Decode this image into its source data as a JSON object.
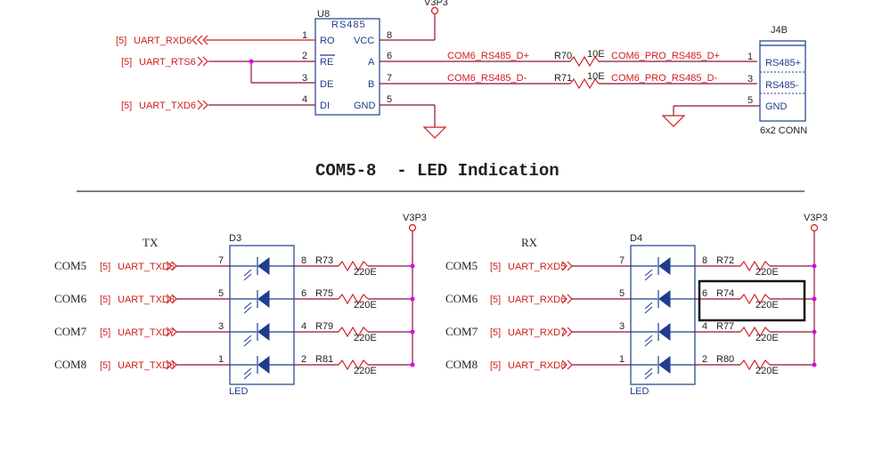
{
  "colors": {
    "wire": "#8b1538",
    "net": "#d11c1c",
    "part": "#1f3c8f",
    "junction": "#e000e0",
    "text": "#1f1f1f",
    "highlight": "#111111"
  },
  "u8": {
    "ref": "U8",
    "part": "RS485",
    "power": "V3P3",
    "left_pins": [
      {
        "num": "1",
        "name": "RO",
        "net": "UART_RXD6",
        "tag": "[5]"
      },
      {
        "num": "2",
        "name": "RE",
        "net": "UART_RTS6",
        "tag": "[5]"
      },
      {
        "num": "3",
        "name": "DE",
        "net": "",
        "tag": ""
      },
      {
        "num": "4",
        "name": "DI",
        "net": "UART_TXD6",
        "tag": "[5]"
      }
    ],
    "right_pins": [
      {
        "num": "8",
        "name": "VCC"
      },
      {
        "num": "6",
        "name": "A"
      },
      {
        "num": "7",
        "name": "B"
      },
      {
        "num": "5",
        "name": "GND"
      }
    ],
    "nets": [
      {
        "left": "COM6_RS485_D+",
        "res": "R70",
        "val": "10E",
        "right": "COM6_PRO_RS485_D+"
      },
      {
        "left": "COM6_RS485_D-",
        "res": "R71",
        "val": "10E",
        "right": "COM6_PRO_RS485_D-"
      }
    ]
  },
  "j4b": {
    "ref": "J4B",
    "part": "6x2 CONN",
    "pins": [
      {
        "num": "1",
        "name": "RS485+"
      },
      {
        "num": "3",
        "name": "RS485-"
      },
      {
        "num": "5",
        "name": "GND"
      }
    ]
  },
  "section_title": "COM5-8  - LED Indication",
  "tx": {
    "label": "TX",
    "led_ref": "D3",
    "led_type": "LED",
    "power": "V3P3",
    "rows": [
      {
        "com": "COM5",
        "tag": "[5]",
        "net": "UART_TXD5",
        "in": "7",
        "out": "8",
        "res": "R73",
        "val": "220E"
      },
      {
        "com": "COM6",
        "tag": "[5]",
        "net": "UART_TXD6",
        "in": "5",
        "out": "6",
        "res": "R75",
        "val": "220E"
      },
      {
        "com": "COM7",
        "tag": "[5]",
        "net": "UART_TXD7",
        "in": "3",
        "out": "4",
        "res": "R79",
        "val": "220E"
      },
      {
        "com": "COM8",
        "tag": "[5]",
        "net": "UART_TXD8",
        "in": "1",
        "out": "2",
        "res": "R81",
        "val": "220E"
      }
    ]
  },
  "rx": {
    "label": "RX",
    "led_ref": "D4",
    "led_type": "LED",
    "power": "V3P3",
    "rows": [
      {
        "com": "COM5",
        "tag": "[5]",
        "net": "UART_RXD5",
        "in": "7",
        "out": "8",
        "res": "R72",
        "val": "220E"
      },
      {
        "com": "COM6",
        "tag": "[5]",
        "net": "UART_RXD6",
        "in": "5",
        "out": "6",
        "res": "R74",
        "val": "220E"
      },
      {
        "com": "COM7",
        "tag": "[5]",
        "net": "UART_RXD7",
        "in": "3",
        "out": "4",
        "res": "R77",
        "val": "220E"
      },
      {
        "com": "COM8",
        "tag": "[5]",
        "net": "UART_RXD8",
        "in": "1",
        "out": "2",
        "res": "R80",
        "val": "220E"
      }
    ]
  }
}
